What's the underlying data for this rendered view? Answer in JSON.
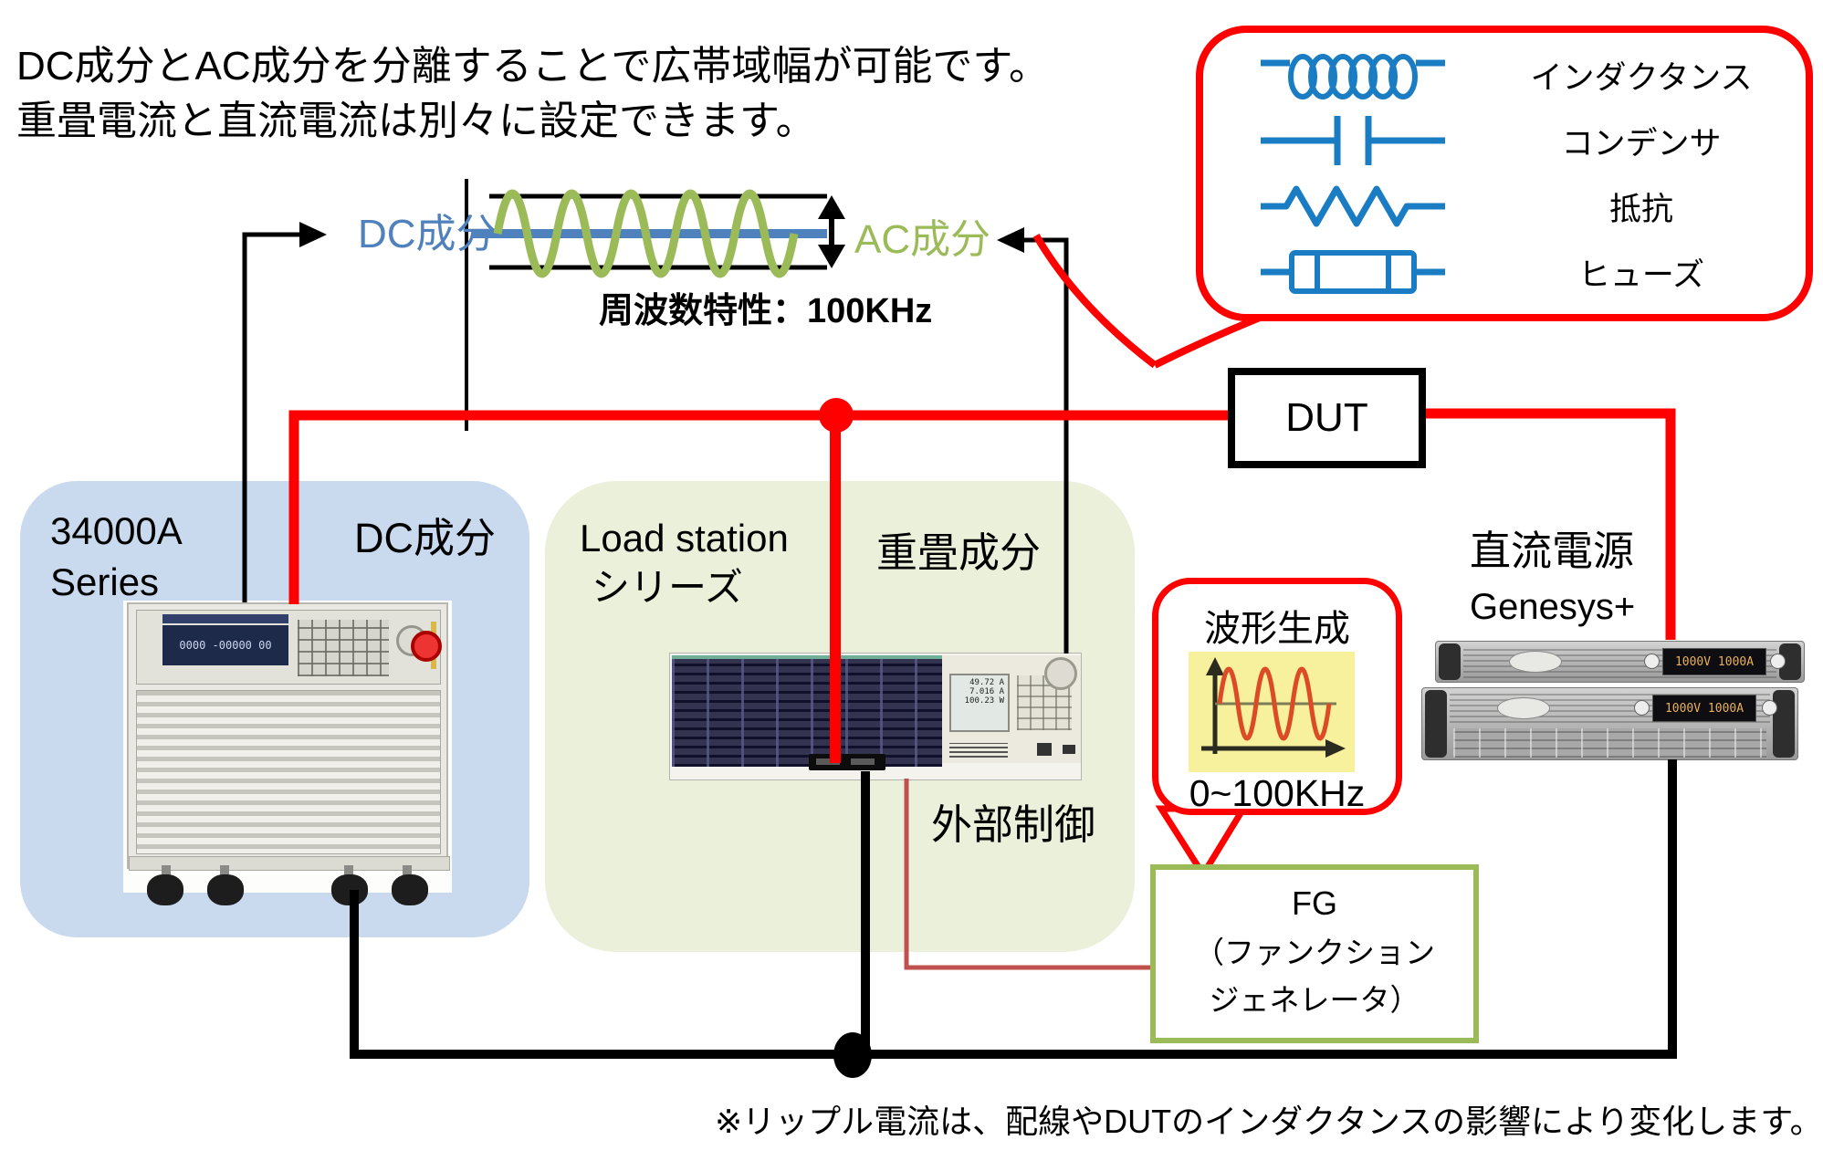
{
  "header": {
    "line1": "DC成分とAC成分を分離することで広帯域幅が可能です。",
    "line2": "重畳電流と直流電流は別々に設定できます。"
  },
  "waveform": {
    "dc_label": "DC成分",
    "ac_label": "AC成分",
    "freq_label": "周波数特性：100KHz"
  },
  "legend": {
    "items": [
      {
        "name": "inductor",
        "label": "インダクタンス"
      },
      {
        "name": "capacitor",
        "label": "コンデンサ"
      },
      {
        "name": "resistor",
        "label": "抵抗"
      },
      {
        "name": "fuse",
        "label": "ヒューズ"
      }
    ]
  },
  "dut": {
    "label": "DUT"
  },
  "dc_source_box": {
    "title_line1": "34000A",
    "title_line2": "Series",
    "component_label": "DC成分",
    "display_text": "0000 -00000  00"
  },
  "load_box": {
    "title_line1": "Load station",
    "title_line2": "シリーズ",
    "component_label": "重畳成分",
    "external_control_label": "外部制御",
    "display_line1": "49.72 A",
    "display_line2": "7.016 A",
    "display_line3": "100.23 W"
  },
  "genesys": {
    "title": "直流電源",
    "subtitle": "Genesys+",
    "display_text": "1000V  1000A"
  },
  "wavegen": {
    "title": "波形生成",
    "range": "0~100KHz"
  },
  "fg_box": {
    "line1": "FG",
    "line2": "（ファンクション",
    "line3": "ジェネレータ）"
  },
  "footnote": "※リップル電流は、配線やDUTのインダクタンスの影響により変化します。",
  "colors": {
    "wire_red": "#ff0000",
    "wire_black": "#000000",
    "external_control_red": "#c0504d",
    "dc_blue": "#4f81bd",
    "ac_olive": "#9bbb59",
    "symbol_blue": "#1a7cc2",
    "blue_box_fill": "#c9d9ee",
    "green_box_fill": "#ebf0da",
    "wavegen_chart_bg": "#f7f09c"
  }
}
